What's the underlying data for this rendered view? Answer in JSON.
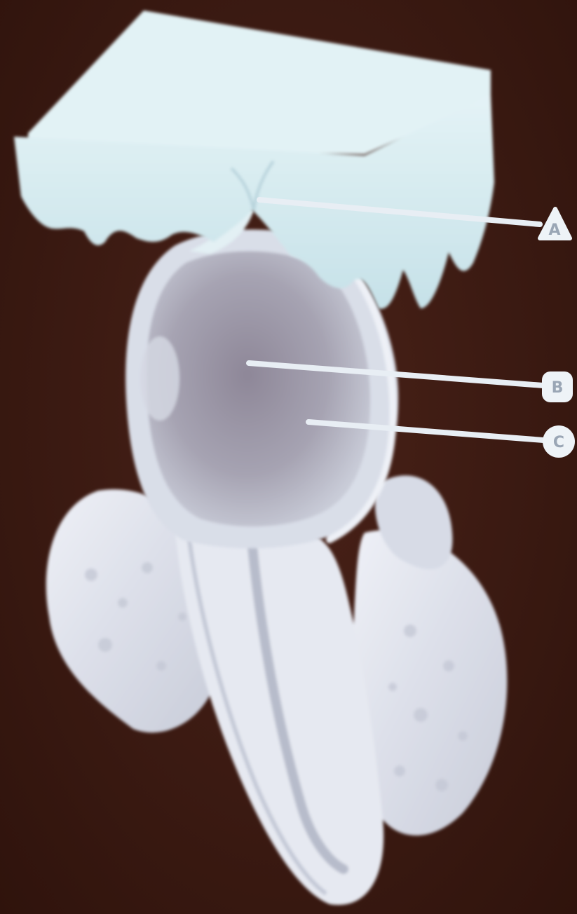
{
  "labels": [
    {
      "id": "A",
      "text": "A"
    },
    {
      "id": "B",
      "text": "B"
    },
    {
      "id": "C",
      "text": "C"
    }
  ],
  "colors": {
    "background": "#3b1a12",
    "membrane": "#d6ecf2",
    "tissue": "#dfe3ee",
    "lumen": "#9d9aa8",
    "pointer": "#e8eef4"
  }
}
